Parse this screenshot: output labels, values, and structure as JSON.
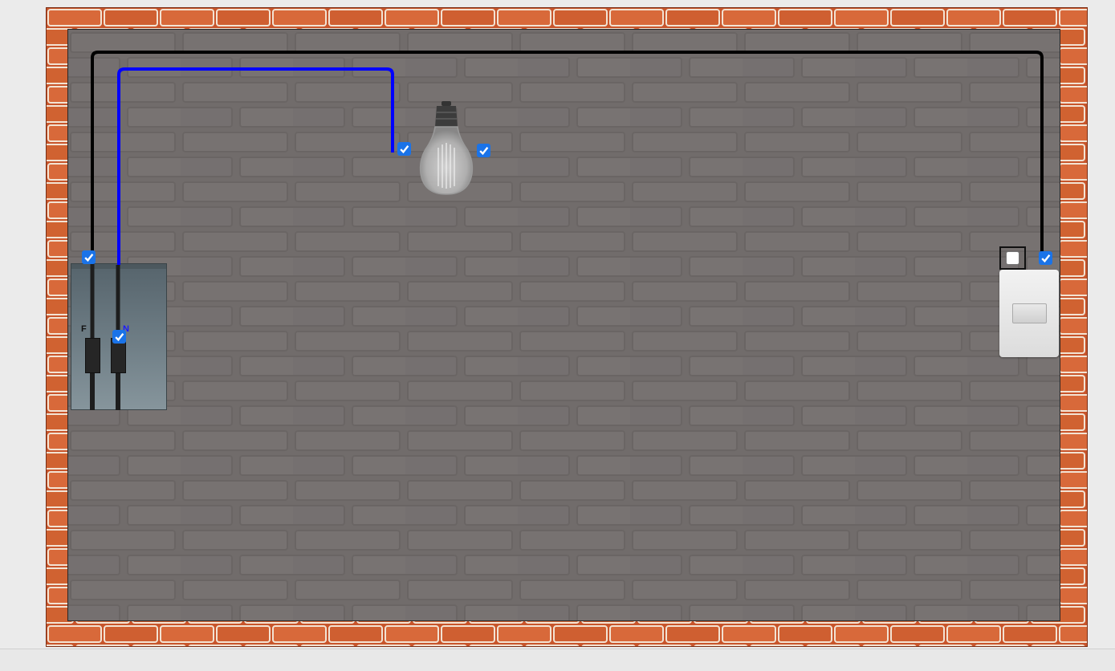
{
  "breaker_panel": {
    "phase_label": "F",
    "neutral_label": "N"
  },
  "checkboxes": {
    "panel_phase_terminal": true,
    "panel_neutral_terminal": true,
    "bulb_left_terminal": true,
    "bulb_right_terminal": true,
    "switch_left_terminal": false,
    "switch_right_terminal": true
  },
  "wires": [
    {
      "name": "phase-wire",
      "color": "#000000"
    },
    {
      "name": "neutral-wire",
      "color": "#0000ff"
    }
  ],
  "icons": {
    "bulb": "light-bulb-icon",
    "switch": "wall-switch-icon",
    "panel": "breaker-panel-icon"
  },
  "colors": {
    "brick": "#c8552b",
    "wall": "#716c6b",
    "checkbox_checked": "#1a73e8"
  }
}
